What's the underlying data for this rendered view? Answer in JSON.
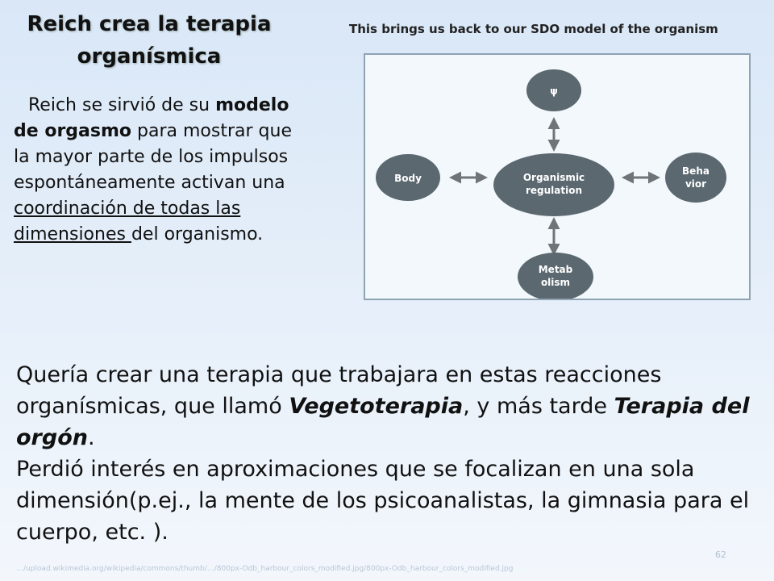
{
  "slide": {
    "title_line1": "Reich crea la terapia",
    "title_line2": "organísmica",
    "left": {
      "p1": "Reich se sirvió de su",
      "bold1": "modelo de orgasmo",
      "p2": " para mostrar que la mayor parte de los impulsos espontáneamente activan una ",
      "underline": "coordinación de todas las dimensiones ",
      "p3": "del organismo."
    },
    "figure": {
      "caption": "This brings us back to our SDO model of the organism",
      "nodes": {
        "psi": "ψ",
        "center_l1": "Organismic",
        "center_l2": "regulation",
        "body": "Body",
        "behavior_l1": "Beha",
        "behavior_l2": "vior",
        "metab_l1": "Metab",
        "metab_l2": "olism"
      },
      "colors": {
        "node": "#5b6870",
        "arrow": "#6f7478"
      }
    },
    "bottom": {
      "s1": "Quería crear una terapia que trabajara en estas reacciones organísmicas, que llamó ",
      "veg": "Vegetoterapia",
      "s2": ", y más tarde ",
      "orgon": "Terapia del orgón",
      "s3": ".",
      "s4": "Perdió interés en aproximaciones que se focalizan en una sola dimensión(p.ej., la mente de los psicoanalistas, la gimnasia para el cuerpo, etc. )."
    },
    "footer_url": "…/upload.wikimedia.org/wikipedia/commons/thumb/…/800px-Odb_harbour_colors_modified.jpg/800px-Odb_harbour_colors_modified.jpg",
    "page_number": "62"
  }
}
